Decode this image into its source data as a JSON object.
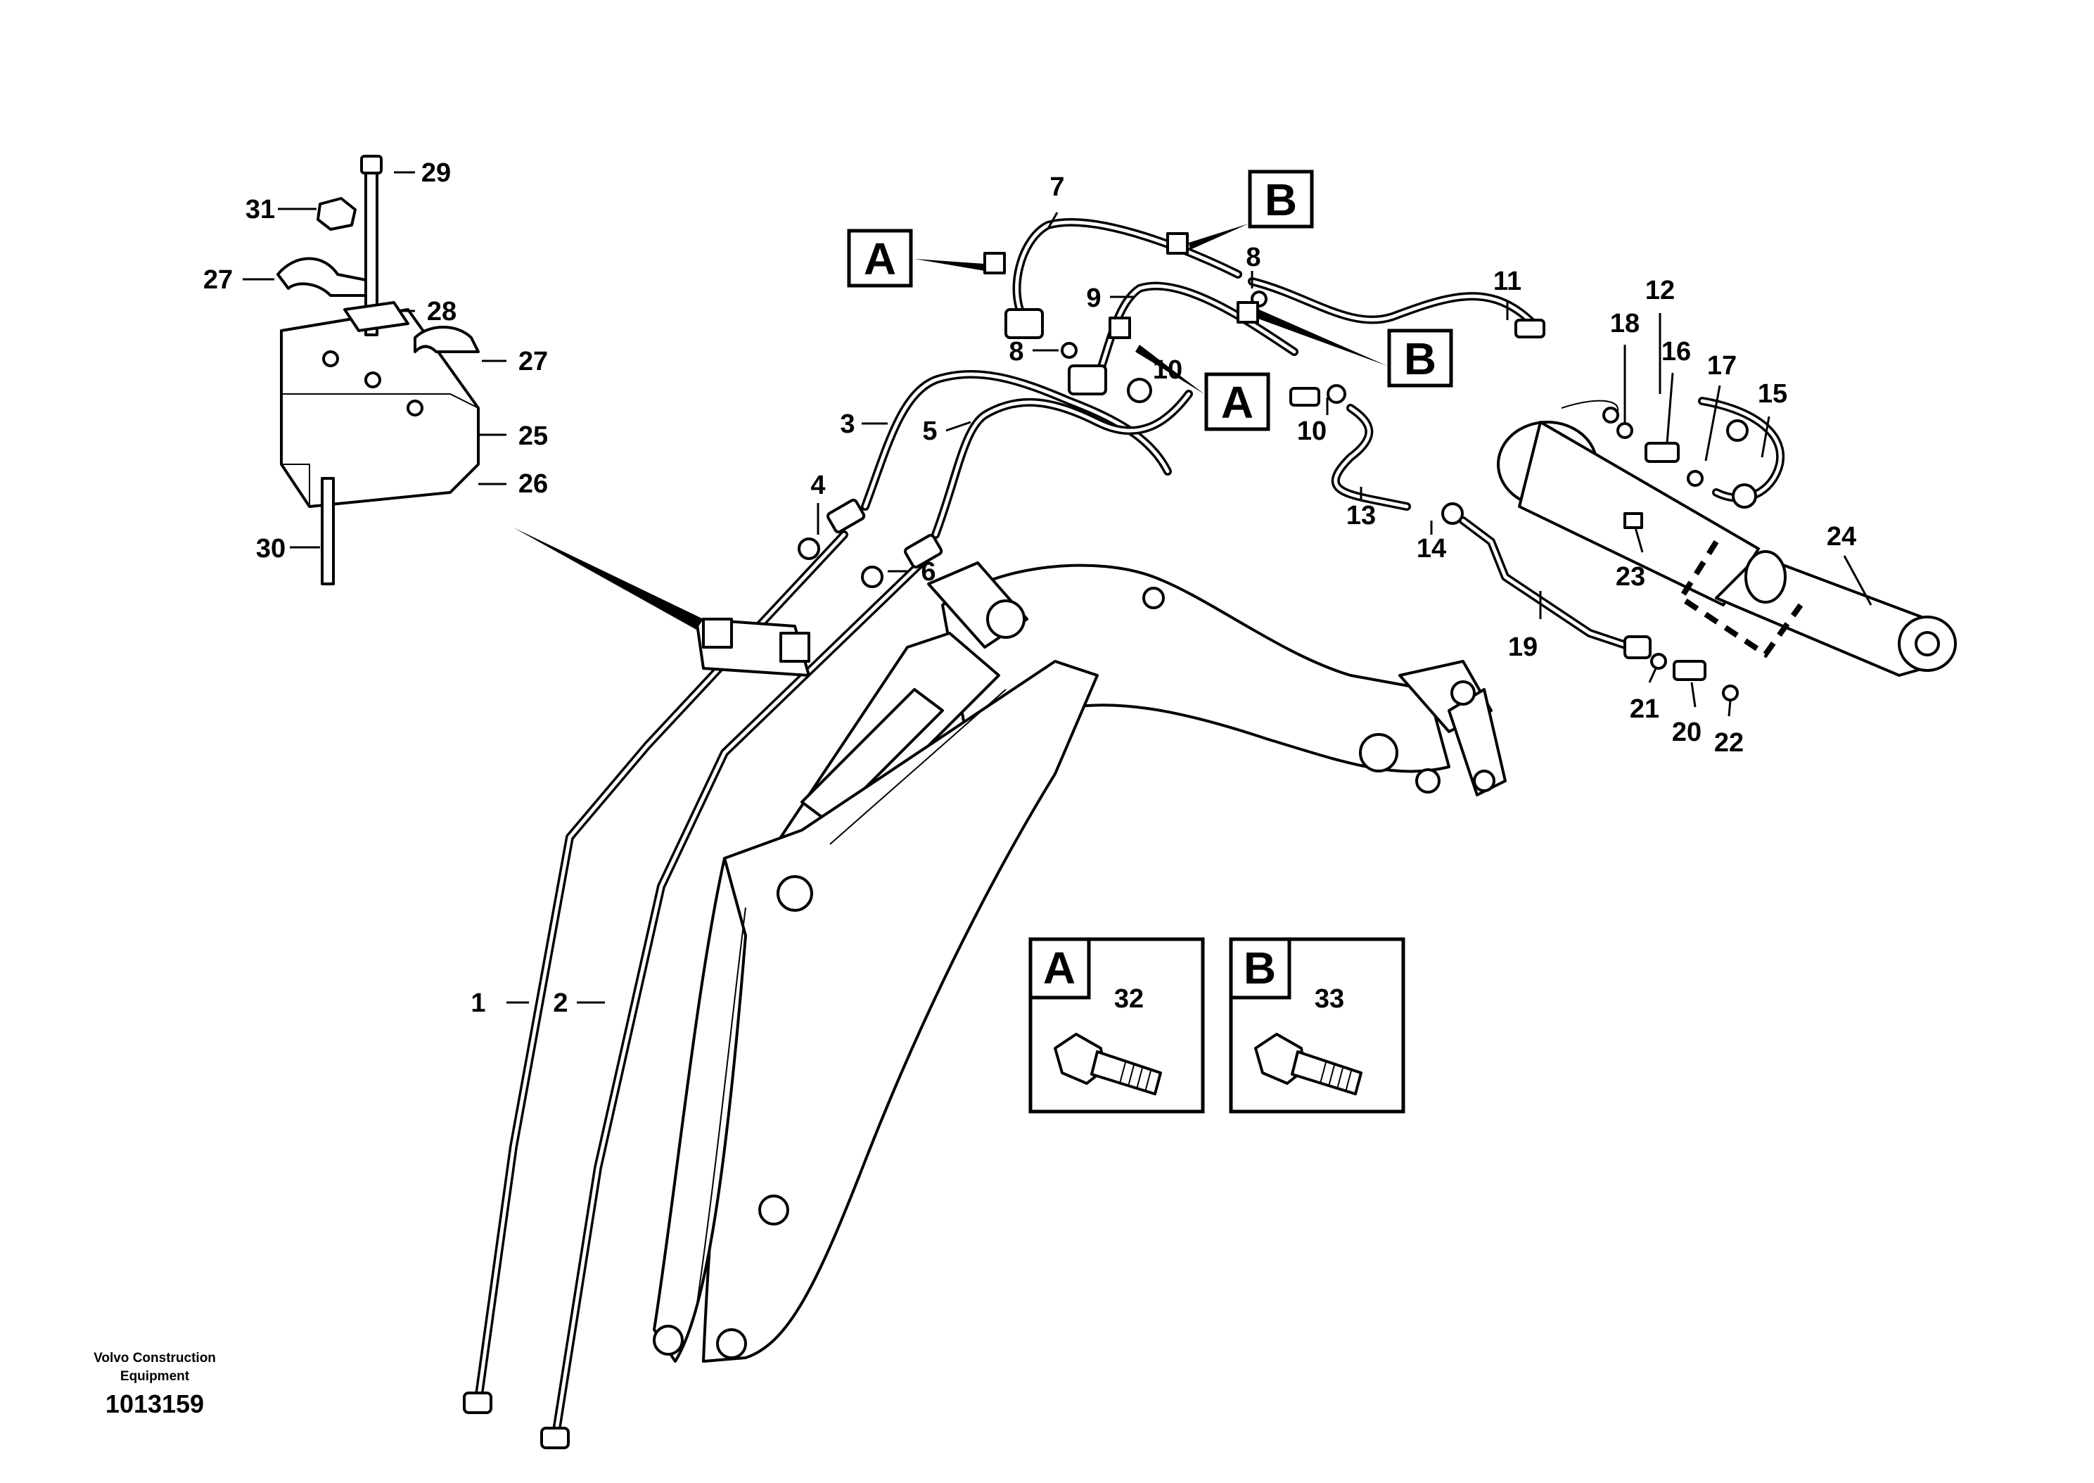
{
  "callouts": {
    "n1": "1",
    "n2": "2",
    "n3": "3",
    "n4": "4",
    "n5": "5",
    "n6": "6",
    "n7": "7",
    "n8a": "8",
    "n8b": "8",
    "n9": "9",
    "n10a": "10",
    "n10b": "10",
    "n11": "11",
    "n12": "12",
    "n13": "13",
    "n14": "14",
    "n15": "15",
    "n16": "16",
    "n17": "17",
    "n18": "18",
    "n19": "19",
    "n20": "20",
    "n21": "21",
    "n22": "22",
    "n23": "23",
    "n24": "24",
    "n25": "25",
    "n26": "26",
    "n27a": "27",
    "n27b": "27",
    "n28": "28",
    "n29": "29",
    "n30": "30",
    "n31": "31",
    "n32": "32",
    "n33": "33"
  },
  "refs": {
    "a_left": "A",
    "a_mid": "A",
    "b_top": "B",
    "b_right": "B",
    "inset_a": "A",
    "inset_b": "B"
  },
  "footer": {
    "company_line1": "Volvo Construction",
    "company_line2": "Equipment",
    "drawing_number": "1013159"
  }
}
